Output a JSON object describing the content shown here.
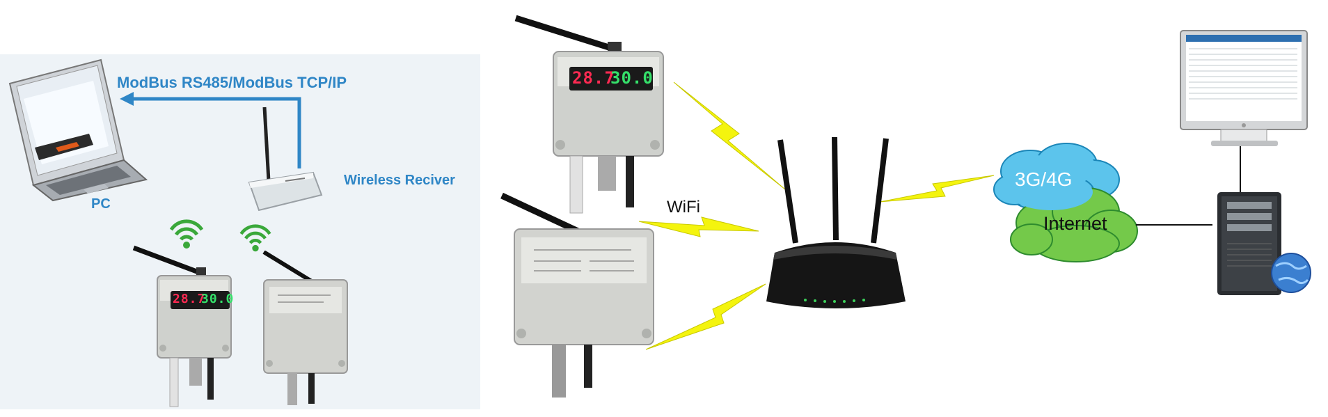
{
  "labels": {
    "protocol": "ModBus RS485/ModBus TCP/IP",
    "pc": "PC",
    "wireless_receiver": "Wireless Reciver",
    "wifi": "WiFi",
    "network": "3G/4G",
    "internet": "Internet"
  },
  "devices": {
    "display_temp": "28.7",
    "display_humidity": "30.0"
  },
  "colors": {
    "label_blue": "#2f86c6",
    "signal_green": "#3aa83a",
    "lightning_yellow": "#f4f40e",
    "cloud_blue": "#5cc4ec",
    "cloud_green": "#74c94a",
    "temp_red": "#ff2a52",
    "humidity_green": "#35e06a"
  }
}
